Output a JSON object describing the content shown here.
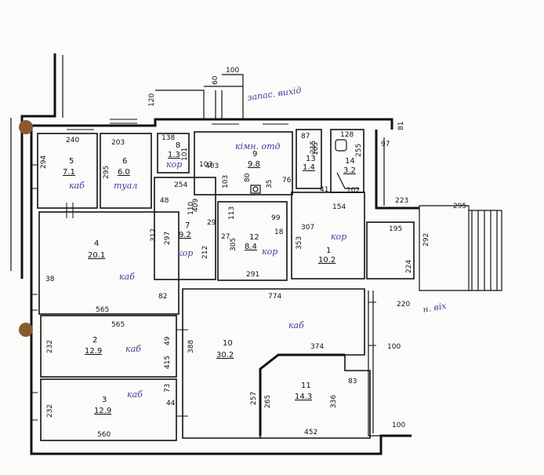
{
  "rooms": [
    {
      "id": "r5",
      "number": "5",
      "area": "7.1",
      "width": "240",
      "depth": "294",
      "note": "каб"
    },
    {
      "id": "r6",
      "number": "6",
      "area": "6.0",
      "width": "203",
      "depth": "295",
      "note": "туал"
    },
    {
      "id": "r8",
      "number": "8",
      "area": "1.3",
      "width": "138",
      "depth": "101",
      "note": "кор"
    },
    {
      "id": "r9",
      "number": "9",
      "area": "9.8",
      "width": "403",
      "depth": "103",
      "note": "кімн. отд"
    },
    {
      "id": "r13",
      "number": "13",
      "area": "1.4",
      "width": "87",
      "depth": "165"
    },
    {
      "id": "r14",
      "number": "14",
      "area": "3.2",
      "width": "128",
      "depth": "255"
    },
    {
      "id": "r7",
      "number": "7",
      "area": "9.2",
      "width": "254",
      "depth": "409",
      "note": "кор"
    },
    {
      "id": "r12",
      "number": "12",
      "area": "8.4",
      "width": "291",
      "depth": "305",
      "note": "кор"
    },
    {
      "id": "r1",
      "number": "1",
      "area": "10.2",
      "width": "307",
      "depth": "353",
      "note": "кор"
    },
    {
      "id": "r4",
      "number": "4",
      "area": "20.1",
      "width": "565",
      "depth": "312",
      "note": "каб"
    },
    {
      "id": "r2",
      "number": "2",
      "area": "12.9",
      "width": "565",
      "depth": "232",
      "note": "каб"
    },
    {
      "id": "r3",
      "number": "3",
      "area": "12.9",
      "width": "560",
      "depth": "232",
      "note": "каб"
    },
    {
      "id": "r10",
      "number": "10",
      "area": "30.2",
      "width": "774",
      "depth": "388",
      "note": "каб"
    },
    {
      "id": "r11",
      "number": "11",
      "area": "14.3",
      "width": "452",
      "depth": "336"
    }
  ],
  "dimensions": [
    "100",
    "60",
    "120",
    "81",
    "97",
    "102",
    "154",
    "223",
    "195",
    "292",
    "295",
    "224",
    "220",
    "374",
    "100",
    "83",
    "265",
    "257",
    "100",
    "82",
    "38",
    "48",
    "212",
    "297",
    "29",
    "27",
    "18",
    "99",
    "76",
    "35",
    "113",
    "110",
    "41",
    "415",
    "49",
    "73",
    "44",
    "103",
    "80",
    "215"
  ],
  "notes": {
    "entrance": "запас. вихід",
    "stair": "н. віх"
  }
}
